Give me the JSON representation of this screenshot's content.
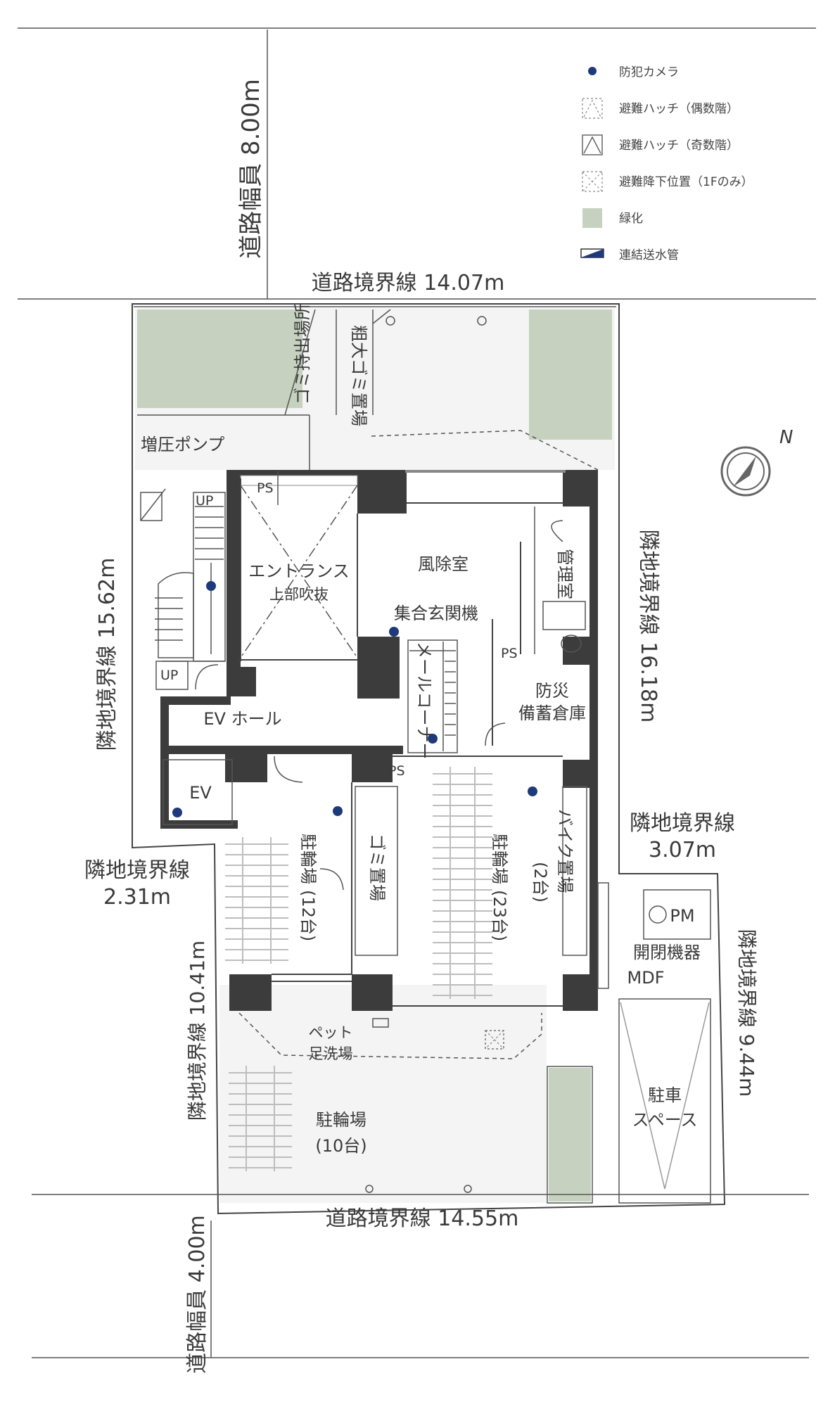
{
  "legend": {
    "camera": "防犯カメラ",
    "hatch_even": "避難ハッチ（偶数階）",
    "hatch_odd": "避難ハッチ（奇数階）",
    "descent": "避難降下位置（1Fのみ）",
    "greenery": "緑化",
    "standpipe": "連結送水管"
  },
  "dimensions": {
    "road_width_top": "道路幅員 8.00m",
    "road_boundary_top": "道路境界線 14.07m",
    "neighbor_left_upper": "隣地境界線 15.62m",
    "neighbor_right_upper": "隣地境界線 16.18m",
    "neighbor_left_step_title": "隣地境界線",
    "neighbor_left_step_value": "2.31m",
    "neighbor_right_step_title": "隣地境界線",
    "neighbor_right_step_value": "3.07m",
    "neighbor_left_lower": "隣地境界線 10.41m",
    "neighbor_right_lower": "隣地境界線 9.44m",
    "road_boundary_bottom": "道路境界線 14.55m",
    "road_width_bottom": "道路幅員 4.00m"
  },
  "rooms": {
    "garbage_out": "ゴミ持出場所",
    "bulky_garbage": "粗大ゴミ置場",
    "booster_pump": "増圧ポンプ",
    "up1": "UP",
    "up2": "UP",
    "ps1": "PS",
    "ps2": "PS",
    "ps3": "PS",
    "entrance_line1": "エントランス",
    "entrance_line2": "上部吹抜",
    "windbreak": "風除室",
    "manager_room": "管理室",
    "intercom": "集合玄関機",
    "mail_corner": "メールコーナー",
    "disaster_l1": "防災",
    "disaster_l2": "備蓄倉庫",
    "ev_hall": "EV ホール",
    "ev": "EV",
    "bike12_l1": "駐輪場",
    "bike12_l2": "(12台)",
    "garbage_room": "ゴミ置場",
    "bike23_l1": "駐輪場",
    "bike23_l2": "(23台)",
    "moto_l1": "バイク置場",
    "moto_l2": "(2台)",
    "pm": "PM",
    "switchgear": "開閉機器",
    "mdf": "MDF",
    "pet_l1": "ペット",
    "pet_l2": "足洗場",
    "bike10_l1": "駐輪場",
    "bike10_l2": "(10台)",
    "parking_l1": "駐車",
    "parking_l2": "スペース"
  },
  "colors": {
    "wall": "#3c3c3c",
    "greenery": "#c6d2bf",
    "camera": "#1f3a7a",
    "floor": "#f4f4f4"
  },
  "icons": [
    "compass-north-icon",
    "camera-dot-icon",
    "hatch-even-icon",
    "hatch-odd-icon",
    "descent-icon",
    "standpipe-icon",
    "bicycle-icon"
  ]
}
